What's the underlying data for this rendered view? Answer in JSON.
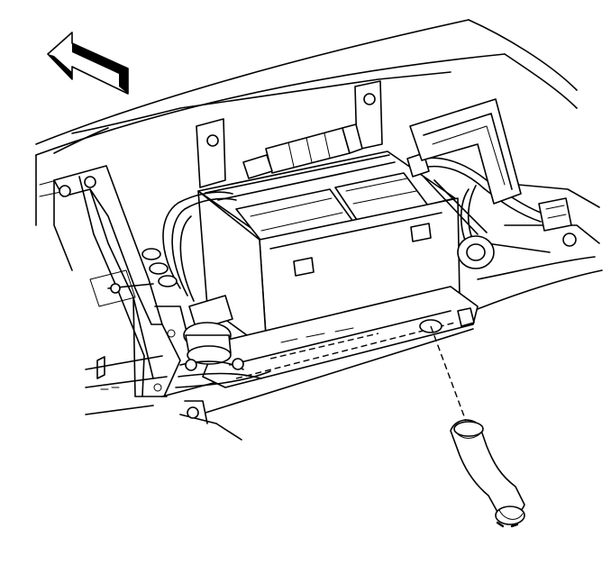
{
  "figure": {
    "ink_color": "#000000",
    "background_color": "#ffffff",
    "direction_indicator": "arrow-pointing-up-left",
    "parts": [
      "instrument-panel-carrier",
      "blower-evaporator-module",
      "mounting-brackets",
      "wiring-harness",
      "electrical-connector",
      "blower-motor",
      "heater-hoses",
      "drain-tube",
      "drain-hole",
      "fastener-bolts"
    ]
  }
}
